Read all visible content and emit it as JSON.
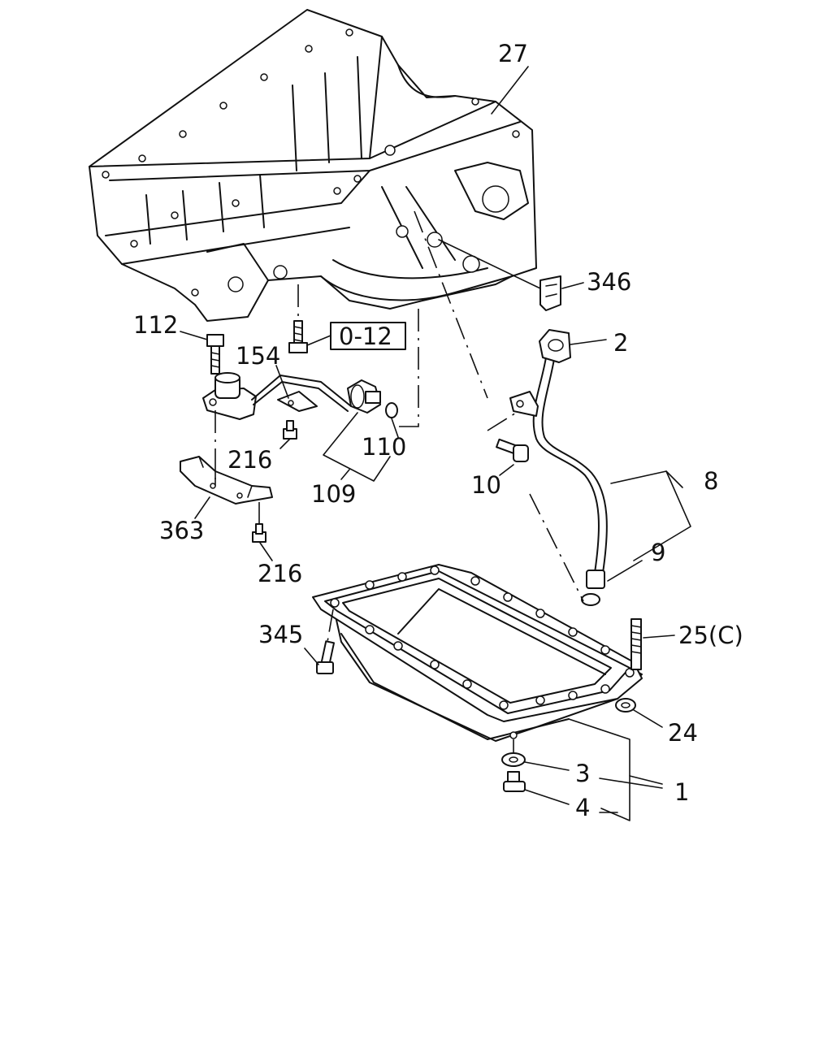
{
  "labels": {
    "l27": "27",
    "l346": "346",
    "l112": "112",
    "l154": "154",
    "l0_12": "0-12",
    "l2": "2",
    "l216a": "216",
    "l110": "110",
    "l109": "109",
    "l10": "10",
    "l8": "8",
    "l363": "363",
    "l9": "9",
    "l216b": "216",
    "l345": "345",
    "l25c": "25(C)",
    "l24": "24",
    "l3": "3",
    "l1": "1",
    "l4": "4"
  },
  "colors": {
    "line": "#111111",
    "background": "#ffffff"
  }
}
